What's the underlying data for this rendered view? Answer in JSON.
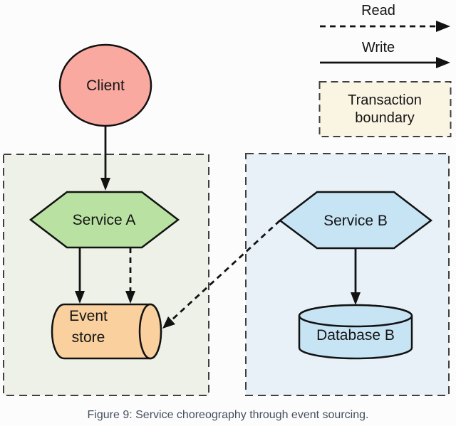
{
  "legend": {
    "read_label": "Read",
    "write_label": "Write",
    "transaction_line1": "Transaction",
    "transaction_line2": "boundary"
  },
  "nodes": {
    "client": "Client",
    "service_a": "Service A",
    "event_store_line1": "Event",
    "event_store_line2": "store",
    "service_b": "Service B",
    "database_b": "Database B"
  },
  "caption": "Figure 9: Service choreography through event sourcing.",
  "colors": {
    "client_fill": "#f9a9a0",
    "service_a_fill": "#b9e2a2",
    "event_store_fill": "#f9d09e",
    "service_b_fill": "#c7e4f5",
    "database_b_fill": "#c7e4f5",
    "boundary_a_fill": "#eef1e8",
    "boundary_b_fill": "#e9f1f8",
    "legend_box_fill": "#faf4e3",
    "caption_color": "#454f5e"
  }
}
